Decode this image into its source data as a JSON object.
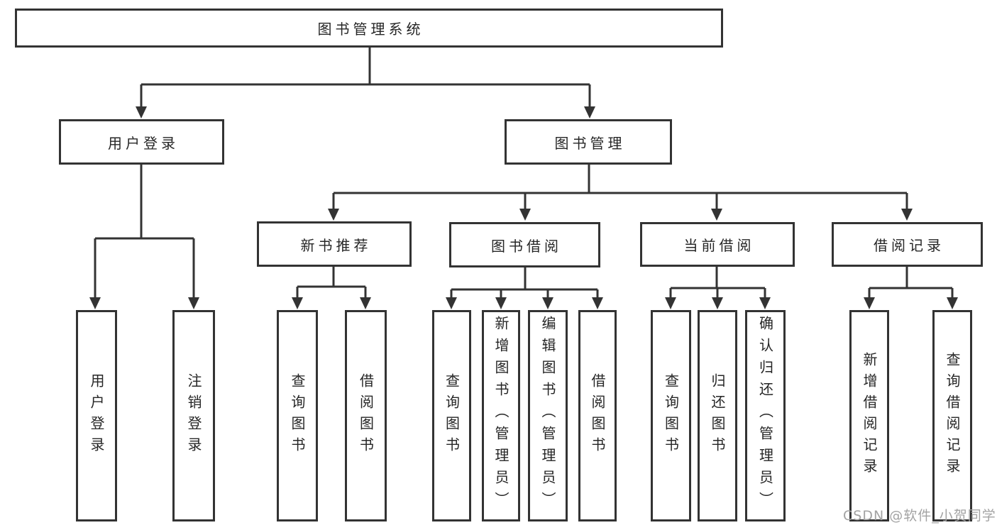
{
  "tree": {
    "root": {
      "label": "图书管理系统",
      "children": [
        {
          "label": "用户登录",
          "children": [
            {
              "label": "用户登录"
            },
            {
              "label": "注销登录"
            }
          ]
        },
        {
          "label": "图书管理",
          "children": [
            {
              "label": "新书推荐",
              "children": [
                {
                  "label": "查询图书"
                },
                {
                  "label": "借阅图书"
                }
              ]
            },
            {
              "label": "图书借阅",
              "children": [
                {
                  "label": "查询图书"
                },
                {
                  "label": "新增图书（管理员）"
                },
                {
                  "label": "编辑图书（管理员）"
                },
                {
                  "label": "借阅图书"
                }
              ]
            },
            {
              "label": "当前借阅",
              "children": [
                {
                  "label": "查询图书"
                },
                {
                  "label": "归还图书"
                },
                {
                  "label": "确认归还（管理员）"
                }
              ]
            },
            {
              "label": "借阅记录",
              "children": [
                {
                  "label": "新增借阅记录"
                },
                {
                  "label": "查询借阅记录"
                }
              ]
            }
          ]
        }
      ]
    }
  },
  "watermark": {
    "text": "CSDN @软件_小贺同学"
  },
  "colors": {
    "line": "#333333",
    "text": "#262626",
    "bg": "#ffffff",
    "watermark": "#a3a3a3"
  }
}
